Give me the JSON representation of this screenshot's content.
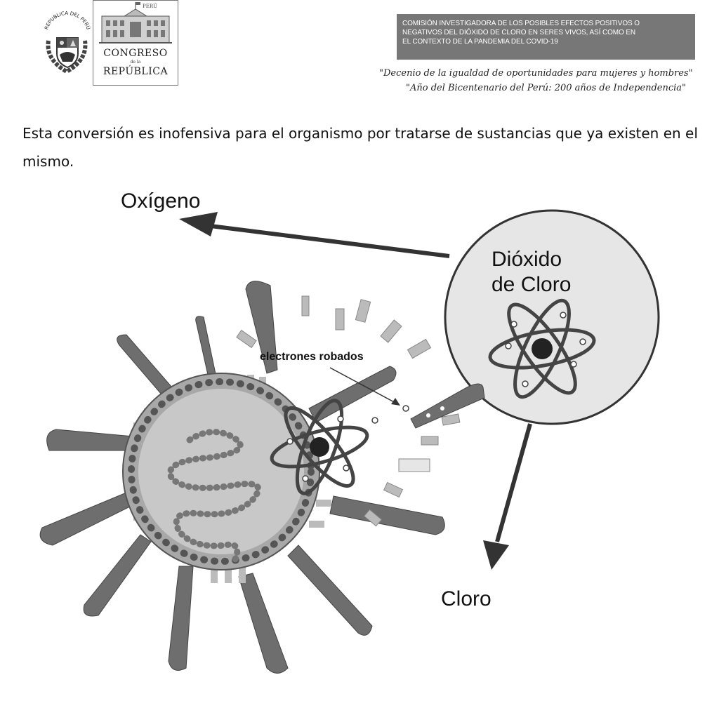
{
  "header": {
    "seal_text": "REPUBLICA DEL PERÚ",
    "congreso_logo": {
      "top_label": "PERÚ",
      "name": "CONGRESO",
      "sub": "de la",
      "name2": "REPÚBLICA"
    },
    "commission_title_lines": [
      "COMISIÓN INVESTIGADORA DE LOS POSIBLES EFECTOS POSITIVOS O",
      "NEGATIVOS DEL DIÓXIDO DE CLORO EN SERES VIVOS, ASÍ COMO EN",
      "EL CONTEXTO DE LA PANDEMIA DEL COVID-19"
    ],
    "motto_1": "\"Decenio de la igualdad de oportunidades para mujeres y hombres\"",
    "motto_2": "\"Año del Bicentenario del Perú: 200 años de Independencia\""
  },
  "body": {
    "paragraph": "Esta conversión es inofensiva para el organismo por tratarse de sustancias que ya existen en el mismo."
  },
  "illustration": {
    "label_oxigeno": "Oxígeno",
    "label_dioxido_line1": "Dióxido",
    "label_dioxido_line2": "de Cloro",
    "label_electrones": "electrones robados",
    "label_cloro": "Cloro"
  },
  "colors": {
    "commission_box": "#777777",
    "virus_body": "#a8a8a8",
    "virus_dark": "#555555",
    "spike": "#6e6e6e",
    "molecule_fill": "#e6e6e6"
  }
}
